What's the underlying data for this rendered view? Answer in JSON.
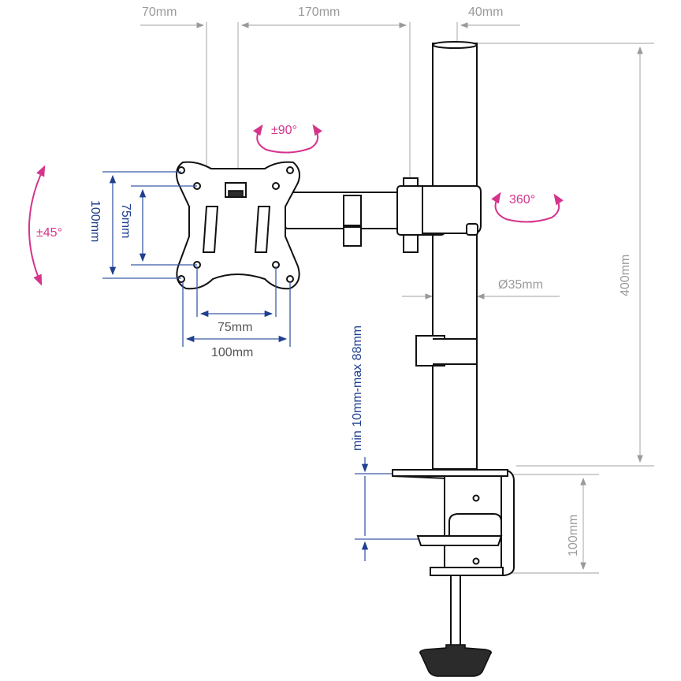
{
  "dimensions": {
    "top": {
      "left_offset": "70mm",
      "arm_length": "170mm",
      "pole_offset": "40mm"
    },
    "pole_height": "400mm",
    "pole_diameter": "Ø35mm",
    "desk_thickness": "min 10mm-max 88mm",
    "clamp_depth": "100mm",
    "vesa_small_horizontal": "75mm",
    "vesa_large_horizontal": "100mm",
    "vesa_small_vertical": "75mm",
    "vesa_large_vertical": "100mm"
  },
  "rotations": {
    "tilt": "±45°",
    "swivel": "±90°",
    "pole_rotation": "360°"
  },
  "colors": {
    "gray_dimension": "#9a9a9a",
    "blue_dimension": "#1f3f8f",
    "pink_rotation": "#d5348c",
    "outline": "#111111"
  }
}
